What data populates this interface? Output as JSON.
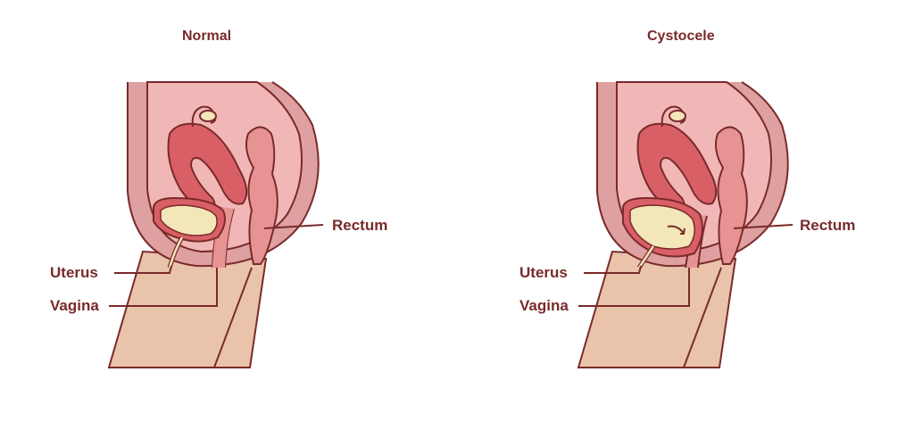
{
  "diagrams": [
    {
      "title": "Normal",
      "labels": {
        "uterus": "Uterus",
        "vagina": "Vagina",
        "rectum": "Rectum"
      }
    },
    {
      "title": "Cystocele",
      "labels": {
        "uterus": "Uterus",
        "vagina": "Vagina",
        "rectum": "Rectum"
      }
    }
  ],
  "colors": {
    "outline": "#7a2a2a",
    "skin": "#e9c3aa",
    "pelvis_wall": "#dea0a0",
    "cavity": "#f1b7b7",
    "organ": "#d95f67",
    "bladder": "#f3e6b8",
    "rectum": "#e79393"
  }
}
